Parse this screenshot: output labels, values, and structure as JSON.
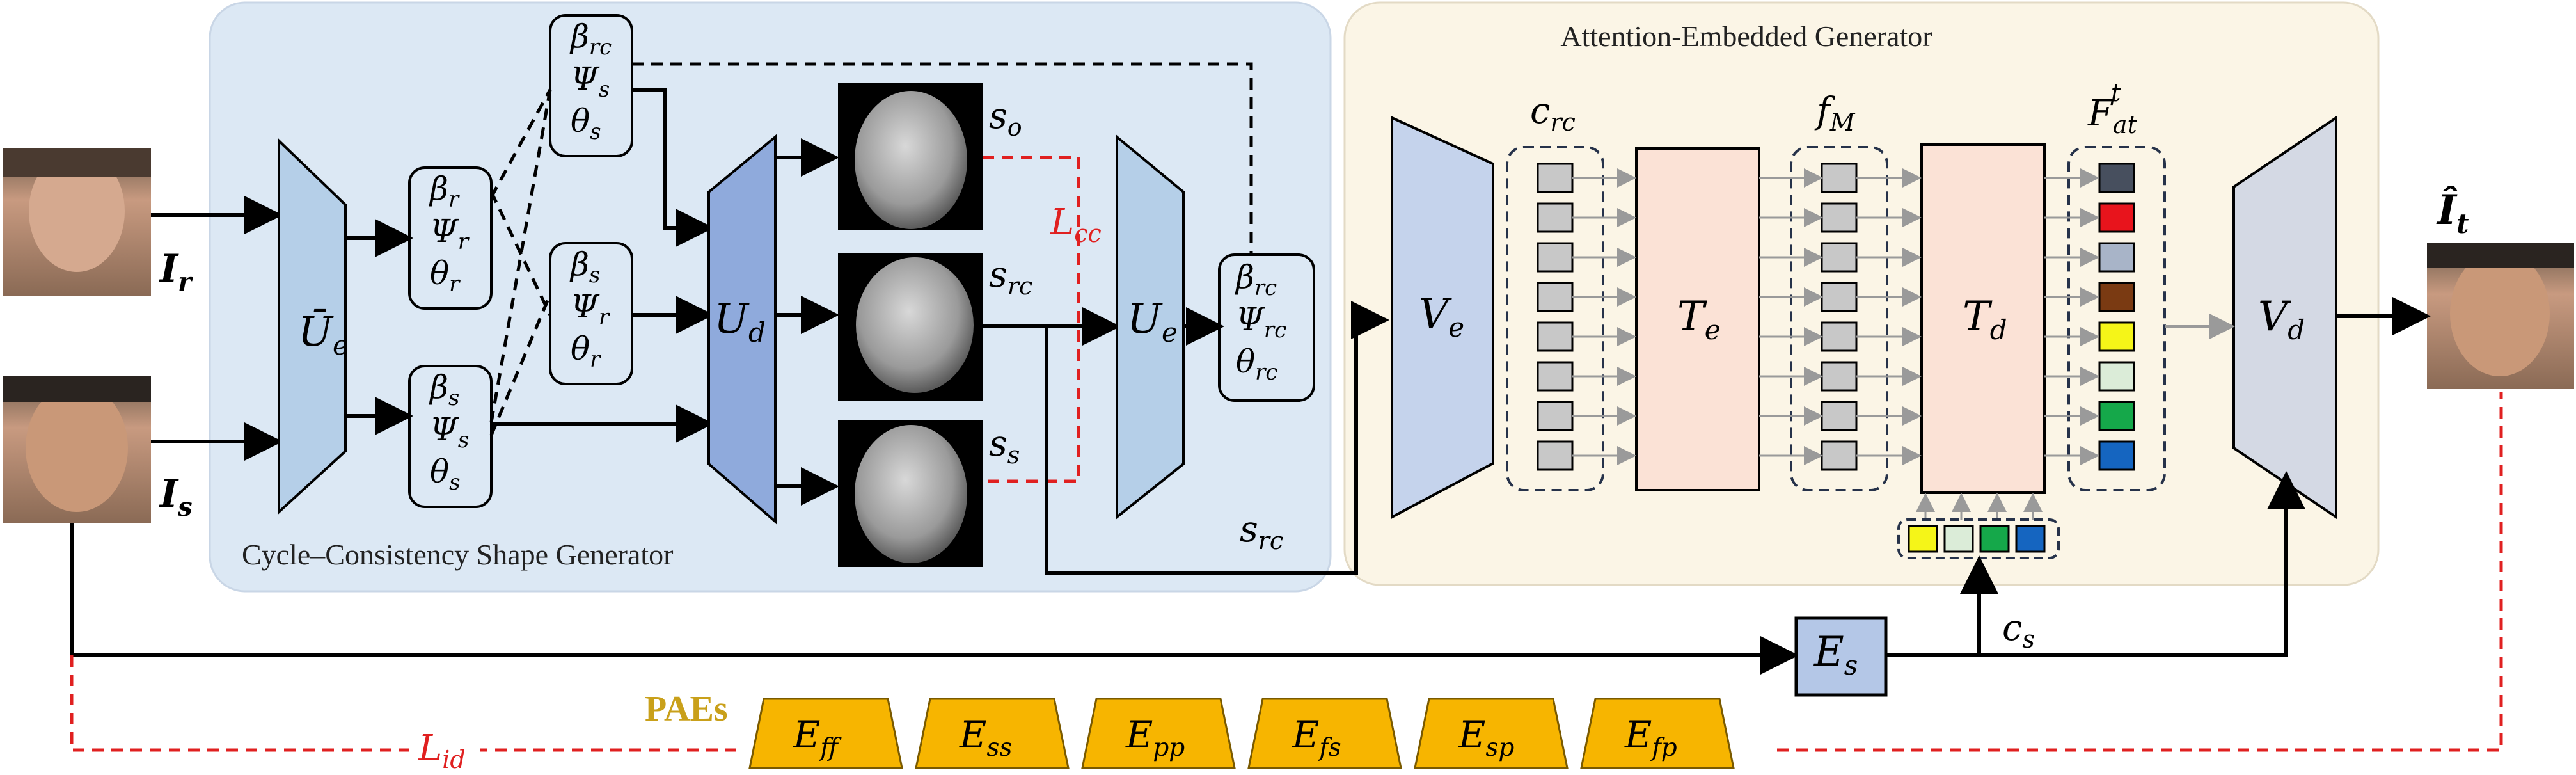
{
  "panels": {
    "shape_generator_title": "Cycle–Consistency Shape Generator",
    "attention_generator_title": "Attention-Embedded Generator"
  },
  "inputs": {
    "reference_label": "I",
    "reference_sub": "r",
    "source_label": "I",
    "source_sub": "s",
    "output_label": "Î",
    "output_sub": "t"
  },
  "encoders": {
    "ue_bar": "Ū",
    "ue_bar_sub": "e",
    "ud": "U",
    "ud_sub": "d",
    "ue": "U",
    "ue_sub": "e",
    "ve": "V",
    "ve_sub": "e",
    "vd": "V",
    "vd_sub": "d",
    "te": "T",
    "te_sub": "e",
    "td": "T",
    "td_sub": "d",
    "es": "E",
    "es_sub": "s"
  },
  "param_groups": {
    "ref": [
      [
        "β",
        "r"
      ],
      [
        "Ψ",
        "r"
      ],
      [
        "θ",
        "r"
      ]
    ],
    "src": [
      [
        "β",
        "s"
      ],
      [
        "Ψ",
        "s"
      ],
      [
        "θ",
        "s"
      ]
    ],
    "mix_top": [
      [
        "β",
        "rc"
      ],
      [
        "Ψ",
        "s"
      ],
      [
        "θ",
        "s"
      ]
    ],
    "mix_mid": [
      [
        "β",
        "s"
      ],
      [
        "Ψ",
        "r"
      ],
      [
        "θ",
        "r"
      ]
    ],
    "cycle": [
      [
        "β",
        "rc"
      ],
      [
        "Ψ",
        "rc"
      ],
      [
        "θ",
        "rc"
      ]
    ]
  },
  "shape_labels": {
    "so": "s",
    "so_sub": "o",
    "src": "s",
    "src_sub": "rc",
    "ss": "s",
    "ss_sub": "s",
    "src_bottom": "s",
    "src_bottom_sub": "rc"
  },
  "losses": {
    "lcc": "L",
    "lcc_sub": "cc",
    "lid": "L",
    "lid_sub": "id"
  },
  "token_labels": {
    "crc": "c",
    "crc_sub": "rc",
    "fm": "f",
    "fm_sub": "M",
    "fat": "F",
    "fat_sub": "at",
    "fat_sup": "t",
    "cs": "c",
    "cs_sub": "s"
  },
  "attention_tokens": [
    "#474f5e",
    "#e8141c",
    "#a8b4c8",
    "#7a3a12",
    "#f5f518",
    "#dbecd8",
    "#15a84a",
    "#1565c0"
  ],
  "style_tokens": [
    "#f5f518",
    "#dbecd8",
    "#15a84a",
    "#1565c0"
  ],
  "paes": {
    "title": "PAEs",
    "items": [
      [
        "E",
        "ff"
      ],
      [
        "E",
        "ss"
      ],
      [
        "E",
        "pp"
      ],
      [
        "E",
        "fs"
      ],
      [
        "E",
        "sp"
      ],
      [
        "E",
        "fp"
      ]
    ]
  },
  "colors": {
    "shape_panel": "#dce8f4",
    "attn_panel": "#fbf5e6",
    "loss_red": "#e02020",
    "pae_gold": "#f7b500",
    "transformer_fill": "#fbe2d6",
    "es_fill": "#b4c7e7"
  }
}
